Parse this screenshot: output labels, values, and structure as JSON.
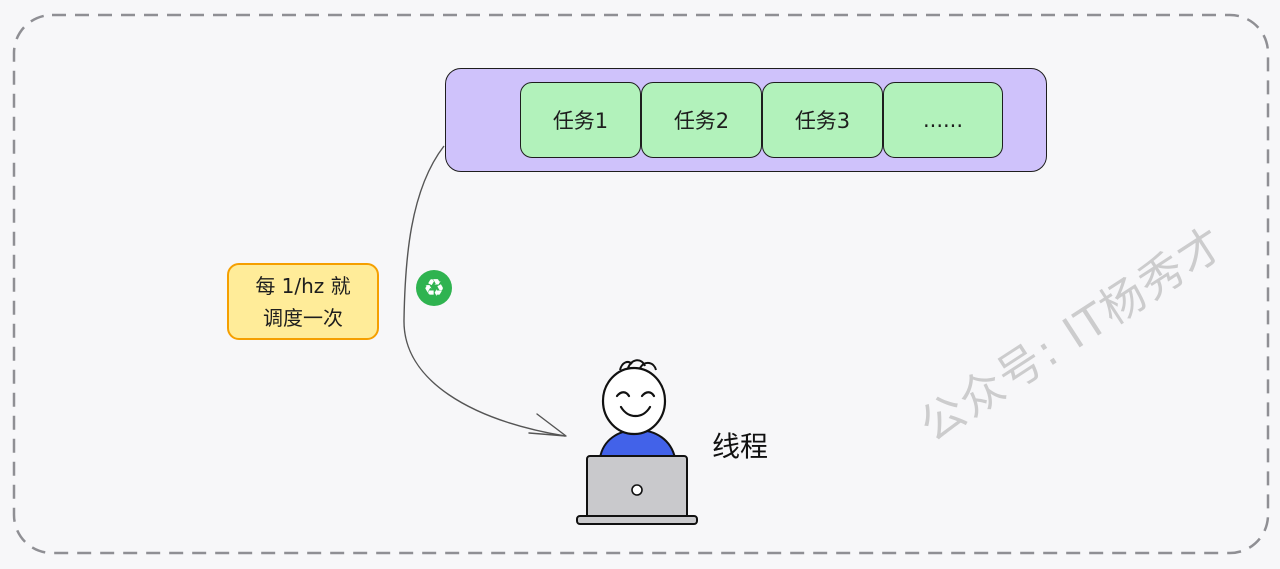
{
  "queue": {
    "tasks": [
      "任务1",
      "任务2",
      "任务3",
      "......"
    ],
    "fill_color": "#cfc2fb",
    "task_color": "#b2f2bb"
  },
  "note": {
    "line1": "每 1/hz 就",
    "line2": "调度一次",
    "fill_color": "#ffec99",
    "border_color": "#f59f00"
  },
  "recycle_icon": "recycle-icon",
  "thread": {
    "label": "线程",
    "shirt_color": "#4262e9",
    "laptop_color": "#c9c9cc"
  },
  "watermark": "公众号: IT杨秀才"
}
